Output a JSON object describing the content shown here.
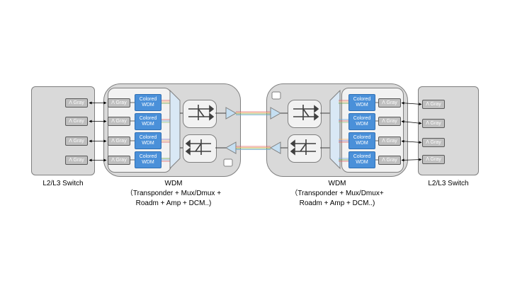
{
  "left_switch": {
    "label": "L2/L3 Switch"
  },
  "right_switch": {
    "label": "L2/L3 Switch"
  },
  "gray_label": "Λ Gray",
  "colored_label": {
    "line1": "Colored",
    "line2": "WDM"
  },
  "left_wdm": {
    "title": "WDM",
    "line2": "（Transponder + Mux/Dmux +",
    "line3": "Roadm + Amp + DCM..)"
  },
  "right_wdm": {
    "title": "WDM",
    "line2": "（Transponder + Mux/Dmux+",
    "line3": "Roadm + Amp + DCM..)"
  },
  "colors": {
    "switch_fill": "#d9d9d9",
    "panel_fill": "#f2f2f2",
    "gray_module": "#bfbfbf",
    "colored_module": "#4a90d9",
    "amplifier": "#c5dff2"
  }
}
